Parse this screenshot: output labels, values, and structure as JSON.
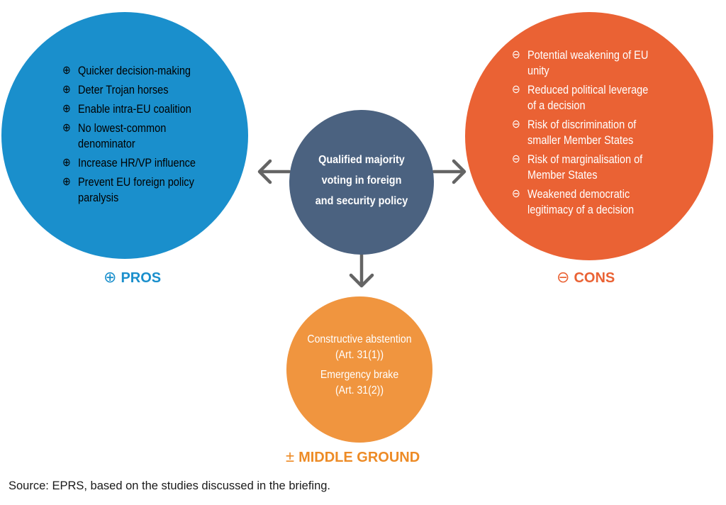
{
  "center": {
    "lines": [
      "Qualified majority",
      "voting in foreign",
      "and security policy"
    ]
  },
  "pros": {
    "symbol": "⊕",
    "label": "PROS",
    "items": [
      {
        "symbol": "⊕",
        "lines": [
          "Quicker decision-making"
        ]
      },
      {
        "symbol": "⊕",
        "lines": [
          "Deter Trojan horses"
        ]
      },
      {
        "symbol": "⊕",
        "lines": [
          "Enable intra-EU coalition"
        ]
      },
      {
        "symbol": "⊕",
        "lines": [
          "No lowest-common",
          "denominator"
        ]
      },
      {
        "symbol": "⊕",
        "lines": [
          "Increase HR/VP influence"
        ]
      },
      {
        "symbol": "⊕",
        "lines": [
          "Prevent EU foreign policy",
          "paralysis"
        ]
      }
    ]
  },
  "cons": {
    "symbol": "⊖",
    "label": "CONS",
    "items": [
      {
        "symbol": "⊖",
        "lines": [
          "Potential weakening of EU",
          "unity"
        ]
      },
      {
        "symbol": "⊖",
        "lines": [
          "Reduced political leverage",
          "of a decision"
        ]
      },
      {
        "symbol": "⊖",
        "lines": [
          "Risk of discrimination of",
          "smaller Member States"
        ]
      },
      {
        "symbol": "⊖",
        "lines": [
          "Risk of marginalisation of",
          "Member States"
        ]
      },
      {
        "symbol": "⊖",
        "lines": [
          "Weakened democratic",
          "legitimacy of a decision"
        ]
      }
    ]
  },
  "middle": {
    "symbol": "±",
    "label": "MIDDLE GROUND",
    "items": [
      {
        "lines": [
          "Constructive abstention",
          "(Art. 31(1))"
        ]
      },
      {
        "lines": [
          "Emergency brake",
          "(Art. 31(2))"
        ]
      }
    ]
  },
  "source": "Source: EPRS, based on the studies discussed in the briefing.",
  "colors": {
    "pros": "#1a8fcc",
    "cons": "#ea6234",
    "center": "#4b6280",
    "middle": "#f0953f",
    "middle_label": "#ed8b26",
    "arrow": "#646464"
  }
}
